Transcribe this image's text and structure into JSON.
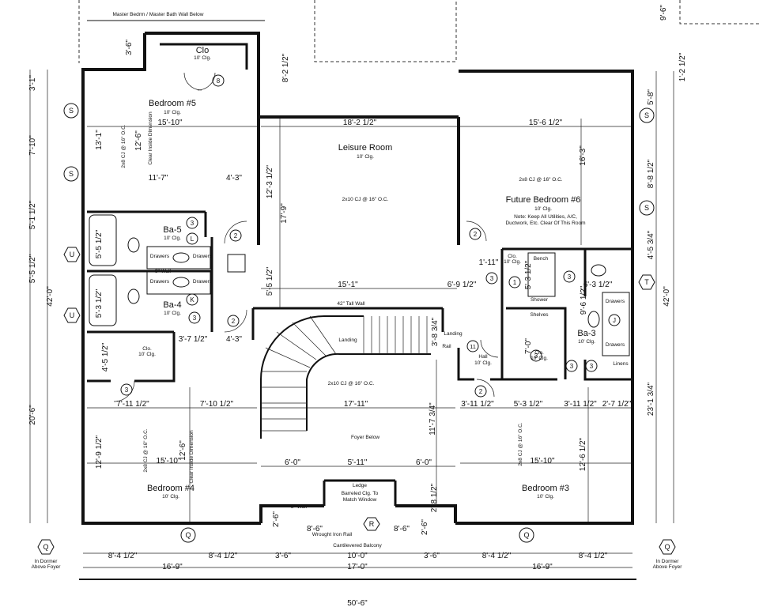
{
  "header": {
    "master_wall_note": "Master Bedrm / Master Bath Wall Below",
    "dim_top_left": "3'-6\"",
    "dim_top_right": "9'-6\""
  },
  "rooms": {
    "clo_top": {
      "name": "Clo",
      "ceiling": "10' Clg."
    },
    "bedroom5": {
      "name": "Bedroom #5",
      "ceiling": "10' Clg.",
      "width": "15'-10\"",
      "joist": "2x8 CJ @ 16\" O.C.",
      "clear_note": "Clear Inside Dimension",
      "depth": "13'-1\"",
      "d2": "12'-6\""
    },
    "leisure": {
      "name": "Leisure Room",
      "ceiling": "10' Clg.",
      "joist": "2x10 CJ @ 16\" O.C.",
      "width": "18'-2 1/2\""
    },
    "future_bedroom6": {
      "name": "Future Bedroom #6",
      "ceiling": "10' Clg.",
      "note1": "Note: Keep All Utilities, A/C,",
      "note2": "Ductwork, Etc. Clear Of This Room",
      "width": "15'-6 1/2\"",
      "joist": "2x8 CJ @ 16\" O.C.",
      "depth": "16'-3\""
    },
    "ba5": {
      "name": "Ba-5",
      "ceiling": "10' Clg."
    },
    "ba4": {
      "name": "Ba-4",
      "ceiling": "10' Clg."
    },
    "ba3": {
      "name": "Ba-3",
      "ceiling": "10' Clg."
    },
    "clo_left": {
      "name": "Clo.",
      "ceiling": "10' Clg."
    },
    "clo_center": {
      "name": "Clo.",
      "ceiling": "10' Clg."
    },
    "clo_small": {
      "name": "Clo.",
      "ceiling": "10' Clg."
    },
    "hall": {
      "name": "Hall",
      "ceiling": "10' Clg."
    },
    "foyer": {
      "name": "Foyer Below",
      "joist": "2x10 CJ @ 16\" O.C.",
      "width": "17'-11\""
    },
    "bedroom4": {
      "name": "Bedroom #4",
      "ceiling": "10' Clg.",
      "width": "15'-10\"",
      "joist": "2x8 CJ @ 16\" O.C.",
      "clear_note": "Clear Inside Dimension",
      "d1": "12'-9 1/2\"",
      "d2": "12'-6\""
    },
    "bedroom3": {
      "name": "Bedroom #3",
      "ceiling": "10' Clg.",
      "width": "15'-10\"",
      "joist": "2x8 CJ @ 16\" O.C.",
      "d1": "12'-6 1/2\""
    },
    "ledge": {
      "line1": "Ledge",
      "line2": "Barreled Clg. To",
      "line3": "Match Window"
    },
    "balcony": {
      "rail": "Wrought Iron Rail",
      "label": "Cantilevered Balcony",
      "wall": "8\" Wall"
    }
  },
  "labels": {
    "landing1": "Landing",
    "landing2": "Landing",
    "rail": "Rail",
    "tall_wall": "42\" Tall Wall",
    "wall8": "8\" Wall",
    "drawers": "Drawers",
    "bench": "Bench",
    "shower": "Shower",
    "shelves": "Shelves",
    "linens": "Linens",
    "towel": "Towel",
    "dormer_left_1": "In Dormer",
    "dormer_left_2": "Above Foyer",
    "dormer_right_1": "In Dormer",
    "dormer_right_2": "Above Foyer"
  },
  "tags": {
    "s": "S",
    "u": "U",
    "t": "T",
    "q": "Q",
    "r": "R",
    "l": "L",
    "k": "K",
    "j": "J",
    "n1": "1",
    "n2": "2",
    "n3": "3",
    "n8": "8",
    "n11": "11"
  },
  "dims": {
    "left_3_1": "3'-1\"",
    "left_7_10": "7'-10\"",
    "left_5_1": "5'-1 1/2\"",
    "left_5_5": "5'-5 1/2\"",
    "left_42": "42'-0\"",
    "left_20_6": "20'-6\"",
    "right_5_8": "5'-8\"",
    "right_8_8": "8'-8 1/2\"",
    "right_4_5": "4'-5 3/4\"",
    "right_42": "42'-0\"",
    "right_23_1": "23'-1 3/4\"",
    "right_1_2": "1'-2 1/2\"",
    "d_8_2": "8'-2 1/2\"",
    "d_12_3": "12'-3 1/2\"",
    "d_17_9": "17'-9\"",
    "d_5_5": "5'-5 1/2\"",
    "d_11_7": "11'-7\"",
    "d_4_3a": "4'-3\"",
    "d_4_3b": "4'-3\"",
    "d_3_7": "3'-7 1/2\"",
    "d_4_5": "4'-5 1/2\"",
    "d_5_5b": "5'-5 1/2\"",
    "d_5_3": "5'-3 1/2\"",
    "d_15_1": "15'-1\"",
    "d_6_9": "6'-9 1/2\"",
    "d_6_3": "6'-3 1/2\"",
    "d_1_11": "1'-11\"",
    "d_5_3b": "5'-3 1/2\"",
    "d_9_6": "9'-6 1/2\"",
    "d_7_0": "7'-0\"",
    "d_3_8": "3'-8 3/4\"",
    "d_7_11": "7'-11 1/2\"",
    "d_7_10": "7'-10 1/2\"",
    "d_3_11": "3'-11 1/2\"",
    "d_5_3c": "5'-3 1/2\"",
    "d_3_11b": "3'-11 1/2\"",
    "d_2_7": "2'-7 1/2\"",
    "d_11_7b": "11'-7 3/4\"",
    "d_6_0a": "6'-0\"",
    "d_5_11": "5'-11\"",
    "d_6_0b": "6'-0\"",
    "d_2_8": "2'-8 1/2\"",
    "d_8_6a": "8'-6\"",
    "d_8_6b": "8'-6\"",
    "d_2_6": "2'-6\"",
    "d_2_6b": "2'-6\"",
    "bot_8_4a": "8'-4 1/2\"",
    "bot_8_4b": "8'-4 1/2\"",
    "bot_3_6a": "3'-6\"",
    "bot_10_0": "10'-0\"",
    "bot_3_6b": "3'-6\"",
    "bot_8_4c": "8'-4 1/2\"",
    "bot_8_4d": "8'-4 1/2\"",
    "bot_16_9a": "16'-9\"",
    "bot_17_0": "17'-0\"",
    "bot_16_9b": "16'-9\"",
    "bot_50": "50'-6\""
  }
}
